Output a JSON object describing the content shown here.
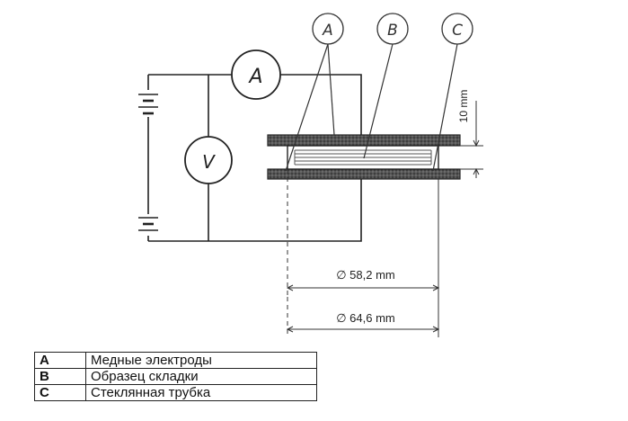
{
  "diagram": {
    "labels": {
      "a": "A",
      "b": "B",
      "c": "C",
      "ammeter": "A",
      "voltmeter": "V"
    },
    "dimensions": {
      "height": "10 mm",
      "inner_diameter": "∅ 58,2 mm",
      "outer_diameter": "∅ 64,6 mm"
    }
  },
  "legend": {
    "rows": [
      {
        "key": "A",
        "text": "Медные электроды"
      },
      {
        "key": "B",
        "text": "Образец складки"
      },
      {
        "key": "C",
        "text": "Стеклянная трубка"
      }
    ]
  }
}
